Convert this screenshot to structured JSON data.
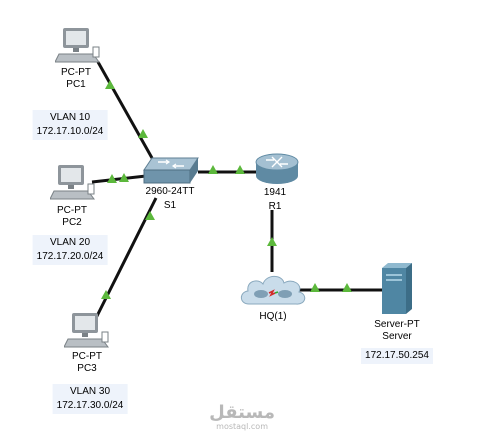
{
  "colors": {
    "link": "#111111",
    "port_up": "#5cb83c",
    "note_bg": "#eef3fb",
    "wan_serial_a": "#d12b2b",
    "wan_serial_b": "#2fae2f"
  },
  "devices": {
    "pc1": {
      "model": "PC-PT",
      "name": "PC1",
      "icon": "pc-icon"
    },
    "pc2": {
      "model": "PC-PT",
      "name": "PC2",
      "icon": "pc-icon"
    },
    "pc3": {
      "model": "PC-PT",
      "name": "PC3",
      "icon": "pc-icon"
    },
    "switch": {
      "model": "2960-24TT",
      "name": "S1",
      "icon": "switch-icon"
    },
    "router": {
      "model": "1941",
      "name": "R1",
      "icon": "router-icon"
    },
    "cloud": {
      "name": "HQ(1)",
      "icon": "cloud-icon"
    },
    "server": {
      "model": "Server-PT",
      "name": "Server",
      "icon": "server-icon"
    }
  },
  "notes": {
    "vlan10": {
      "line1": "VLAN 10",
      "line2": "172.17.10.0/24"
    },
    "vlan20": {
      "line1": "VLAN 20",
      "line2": "172.17.20.0/24"
    },
    "vlan30": {
      "line1": "VLAN 30",
      "line2": "172.17.30.0/24"
    },
    "server_ip": {
      "line1": "172.17.50.254"
    }
  },
  "watermark": {
    "arabic": "مستقل",
    "latin": "mostaql.com"
  }
}
